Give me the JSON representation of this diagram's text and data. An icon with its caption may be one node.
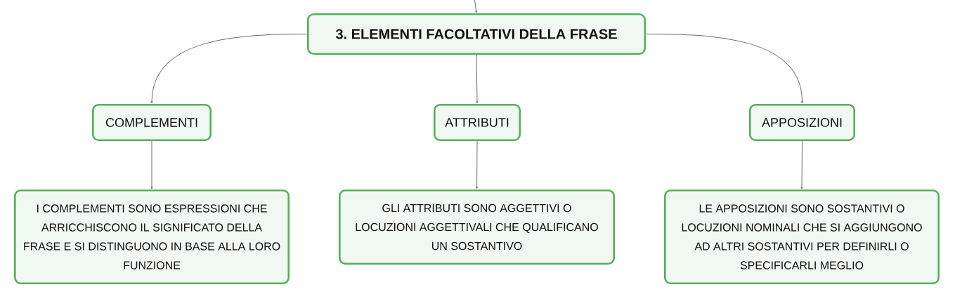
{
  "diagram": {
    "nodes": [
      {
        "text": [
          "3. ELEMENTI FACOLTATIVI DELLA FRASE"
        ]
      },
      {
        "text": [
          "COMPLEMENTI"
        ]
      },
      {
        "text": [
          "ATTRIBUTI"
        ]
      },
      {
        "text": [
          "APPOSIZIONI"
        ]
      },
      {
        "text": [
          "I COMPLEMENTI SONO ESPRESSIONI CHE ARRICCHISCONO IL SIGNIFICATO DELLA FRASE E SI DISTINGUONO IN BASE ALLA LORO FUNZIONE"
        ]
      },
      {
        "text": [
          "GLI ATTRIBUTI SONO AGGETTIVI O LOCUZIONI AGGETTIVALI CHE QUALIFICANO UN SOSTANTIVO"
        ]
      },
      {
        "text": [
          "LE APPOSIZIONI SONO SOSTANTIVI O LOCUZIONI NOMINALI CHE SI AGGIUNGONO AD ALTRI SOSTANTIVI PER DEFINIRLI O SPECIFICARLI MEGLIO"
        ]
      }
    ],
    "edges": [
      {
        "from": null,
        "to": 0,
        "arrow": "to"
      },
      {
        "from": 0,
        "to": 1,
        "arrow": "to"
      },
      {
        "from": 0,
        "to": 2,
        "arrow": "to"
      },
      {
        "from": 0,
        "to": 3,
        "arrow": "to"
      },
      {
        "from": 1,
        "to": 4,
        "arrow": "to"
      },
      {
        "from": 2,
        "to": 5,
        "arrow": "to"
      },
      {
        "from": 3,
        "to": 6,
        "arrow": "to"
      }
    ]
  }
}
